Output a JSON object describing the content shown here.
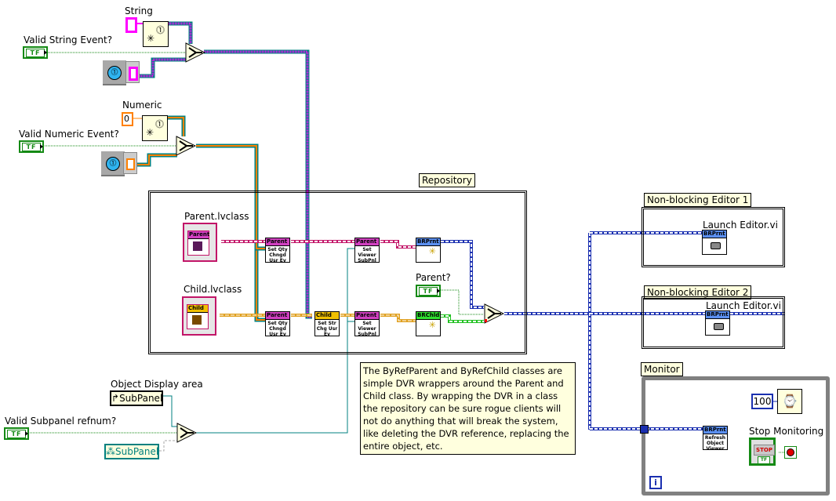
{
  "controls": {
    "string_label": "String",
    "valid_string_label": "Valid String Event?",
    "numeric_label": "Numeric",
    "numeric_value": "0",
    "valid_numeric_label": "Valid Numeric Event?",
    "object_display_label": "Object Display area",
    "subpanel_ref_text": "SubPanel",
    "subpanel_const_text": "SubPanel",
    "valid_subpanel_label": "Valid Subpanel refnum?",
    "parent_q_label": "Parent?",
    "bool_text": "TF"
  },
  "repository": {
    "title": "Repository",
    "parent_class_label": "Parent.lvclass",
    "child_class_label": "Child.lvclass",
    "parent_band": "Parent",
    "child_band": "Child",
    "nodes": [
      {
        "band": "Parent",
        "text": "Set Qty Chngd Usr Ev"
      },
      {
        "band": "Parent",
        "text": "Set Viewer SubPnl"
      },
      {
        "band": "BRPrnt",
        "text": ""
      },
      {
        "band": "Parent",
        "text": "Set Qty Chngd Usr Ev"
      },
      {
        "band": "Child",
        "text": "Set Str Chg Usr Ev"
      },
      {
        "band": "Parent",
        "text": "Set Viewer SubPnl"
      },
      {
        "band": "BRChld",
        "text": ""
      }
    ]
  },
  "editors": [
    {
      "title": "Non-blocking Editor 1",
      "vi_label": "Launch Editor.vi",
      "band": "BRPrnt"
    },
    {
      "title": "Non-blocking Editor 2",
      "vi_label": "Launch Editor.vi",
      "band": "BRPrnt"
    }
  ],
  "monitor": {
    "title": "Monitor",
    "wait_value": "100",
    "stop_label": "Stop Monitoring",
    "stop_button_text": "STOP",
    "refresh_band": "BRPrnt",
    "refresh_text": "Refresh Object Viewer",
    "iteration_text": "i"
  },
  "comment": "The ByRefParent and ByRefChild classes are simple DVR wrappers around the Parent and Child class. By wrapping the DVR in a class the repository can be sure rogue clients will not do anything that will break the system, like deleting the DVR reference, replacing the entire object, etc.",
  "colors": {
    "string_wire": "#ff00ff",
    "numeric_wire": "#ff8000",
    "refnum_wire": "#008080",
    "boolean_wire": "#158a15",
    "parent_class_wire": "#c21568",
    "child_class_wire": "#e0a020",
    "byref_wire": "#1a2fb0",
    "brchld_wire": "#20c020"
  }
}
